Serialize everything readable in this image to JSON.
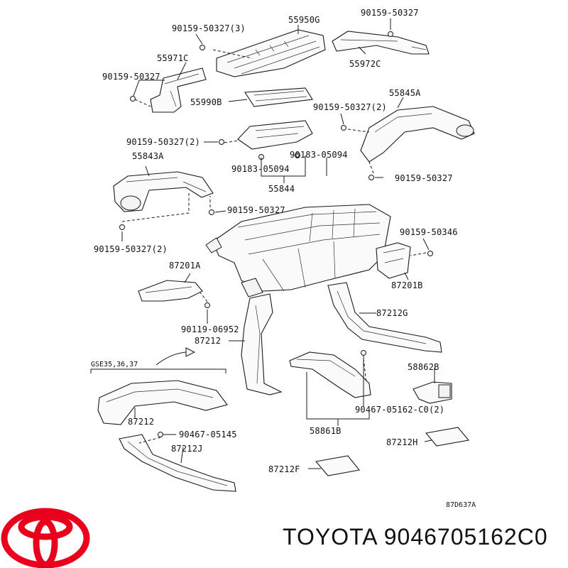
{
  "labels": {
    "l_90159_50327_3": "90159-50327(3)",
    "l_55950G": "55950G",
    "l_90159_50327_top": "90159-50327",
    "l_55971C": "55971C",
    "l_55972C": "55972C",
    "l_90159_50327_left": "90159-50327",
    "l_55990B": "55990B",
    "l_55845A": "55845A",
    "l_90159_50327_2_right": "90159-50327(2)",
    "l_90159_50327_2_mid": "90159-50327(2)",
    "l_90183_05094_right": "90183-05094",
    "l_90183_05094_left": "90183-05094",
    "l_90159_50327_r2": "90159-50327",
    "l_55843A": "55843A",
    "l_55844": "55844",
    "l_90159_50327_mid2": "90159-50327",
    "l_90159_50327_2_left": "90159-50327(2)",
    "l_90159_50346": "90159-50346",
    "l_87201A": "87201A",
    "l_87201B": "87201B",
    "l_87212G": "87212G",
    "l_90119_06952": "90119-06952",
    "l_87212_a": "87212",
    "l_GSE": "GSE35,36,37",
    "l_58862B": "58862B",
    "l_90467_05162_C0_2": "90467-05162-C0(2)",
    "l_87212_b": "87212",
    "l_90467_05145": "90467-05145",
    "l_58861B": "58861B",
    "l_87212J": "87212J",
    "l_87212H": "87212H",
    "l_87212F": "87212F",
    "l_87D637A": "87D637A"
  },
  "brand": {
    "caption": "TOYOTA 9046705162C0",
    "logo_color": "#e8001c"
  }
}
